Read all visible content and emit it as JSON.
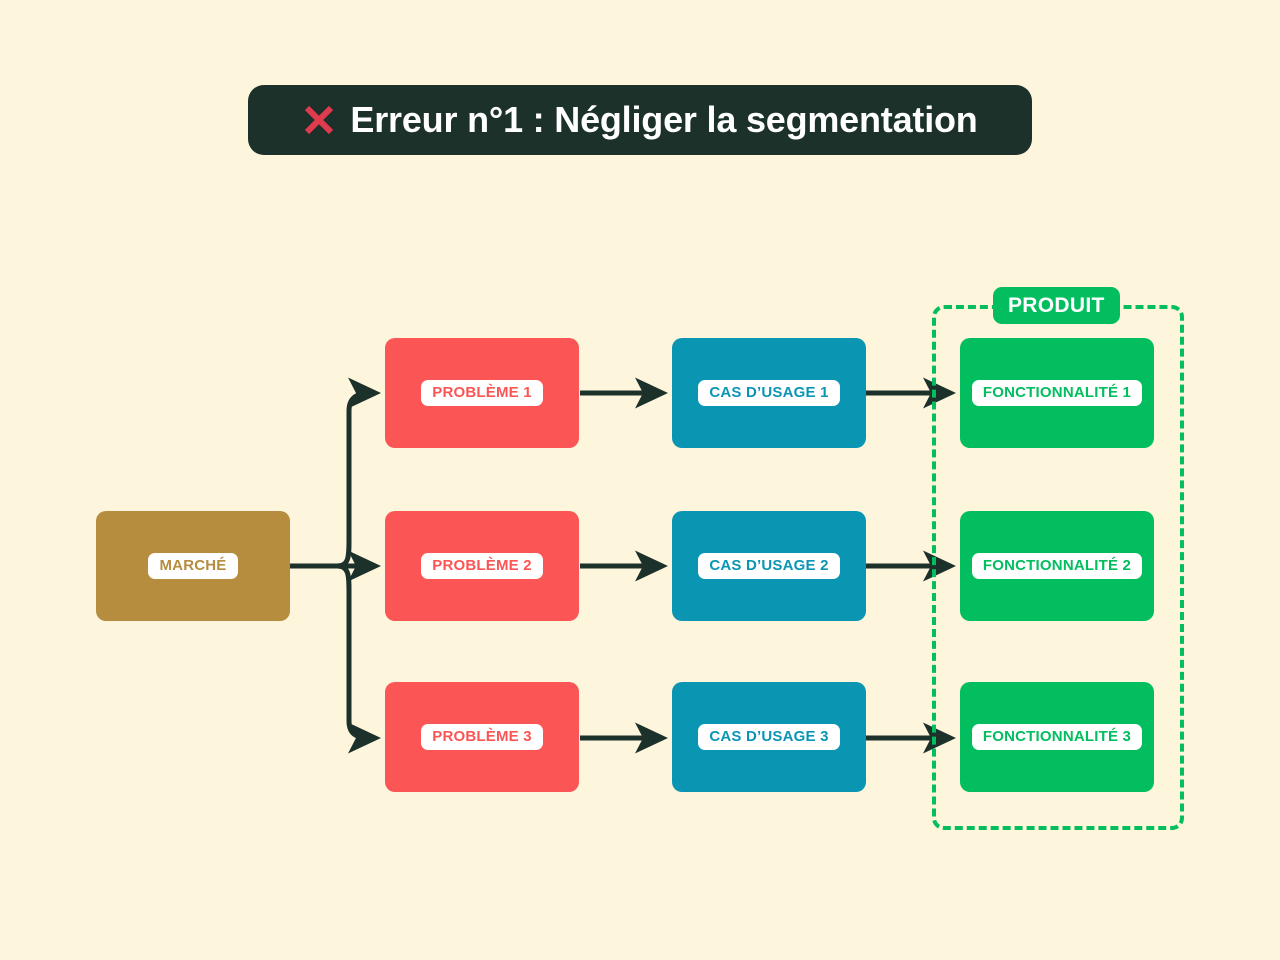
{
  "page": {
    "background_color": "#FDF5DC"
  },
  "title_banner": {
    "icon": "cross-mark-icon",
    "icon_color": "#E03A4E",
    "background_color": "#1B3129",
    "text_color": "#FFFFFF",
    "text": "Erreur n°1 : Négliger la segmentation"
  },
  "diagram": {
    "type": "flow-diagram",
    "columns": [
      {
        "key": "market",
        "color": "#B68D3F"
      },
      {
        "key": "problem",
        "color": "#FB5555"
      },
      {
        "key": "usecase",
        "color": "#0A96B3"
      },
      {
        "key": "feature",
        "color": "#02BE5F"
      }
    ],
    "market": {
      "label": "MARCHÉ",
      "color": "#B68D3F"
    },
    "problems": [
      {
        "label": "PROBLÈME 1"
      },
      {
        "label": "PROBLÈME 2"
      },
      {
        "label": "PROBLÈME 3"
      }
    ],
    "use_cases": [
      {
        "label": "CAS D’USAGE 1"
      },
      {
        "label": "CAS D’USAGE 2"
      },
      {
        "label": "CAS D’USAGE 3"
      }
    ],
    "features": [
      {
        "label": "FONCTIONNALITÉ 1"
      },
      {
        "label": "FONCTIONNALITÉ 2"
      },
      {
        "label": "FONCTIONNALITÉ 3"
      }
    ],
    "product_group": {
      "label": "PRODUIT",
      "border_color": "#02BE5F",
      "border_style": "dashed"
    },
    "connectors": {
      "color": "#1B3129",
      "market_to_problems": 3,
      "problem_to_usecase": 3,
      "usecase_to_feature": 3
    }
  }
}
